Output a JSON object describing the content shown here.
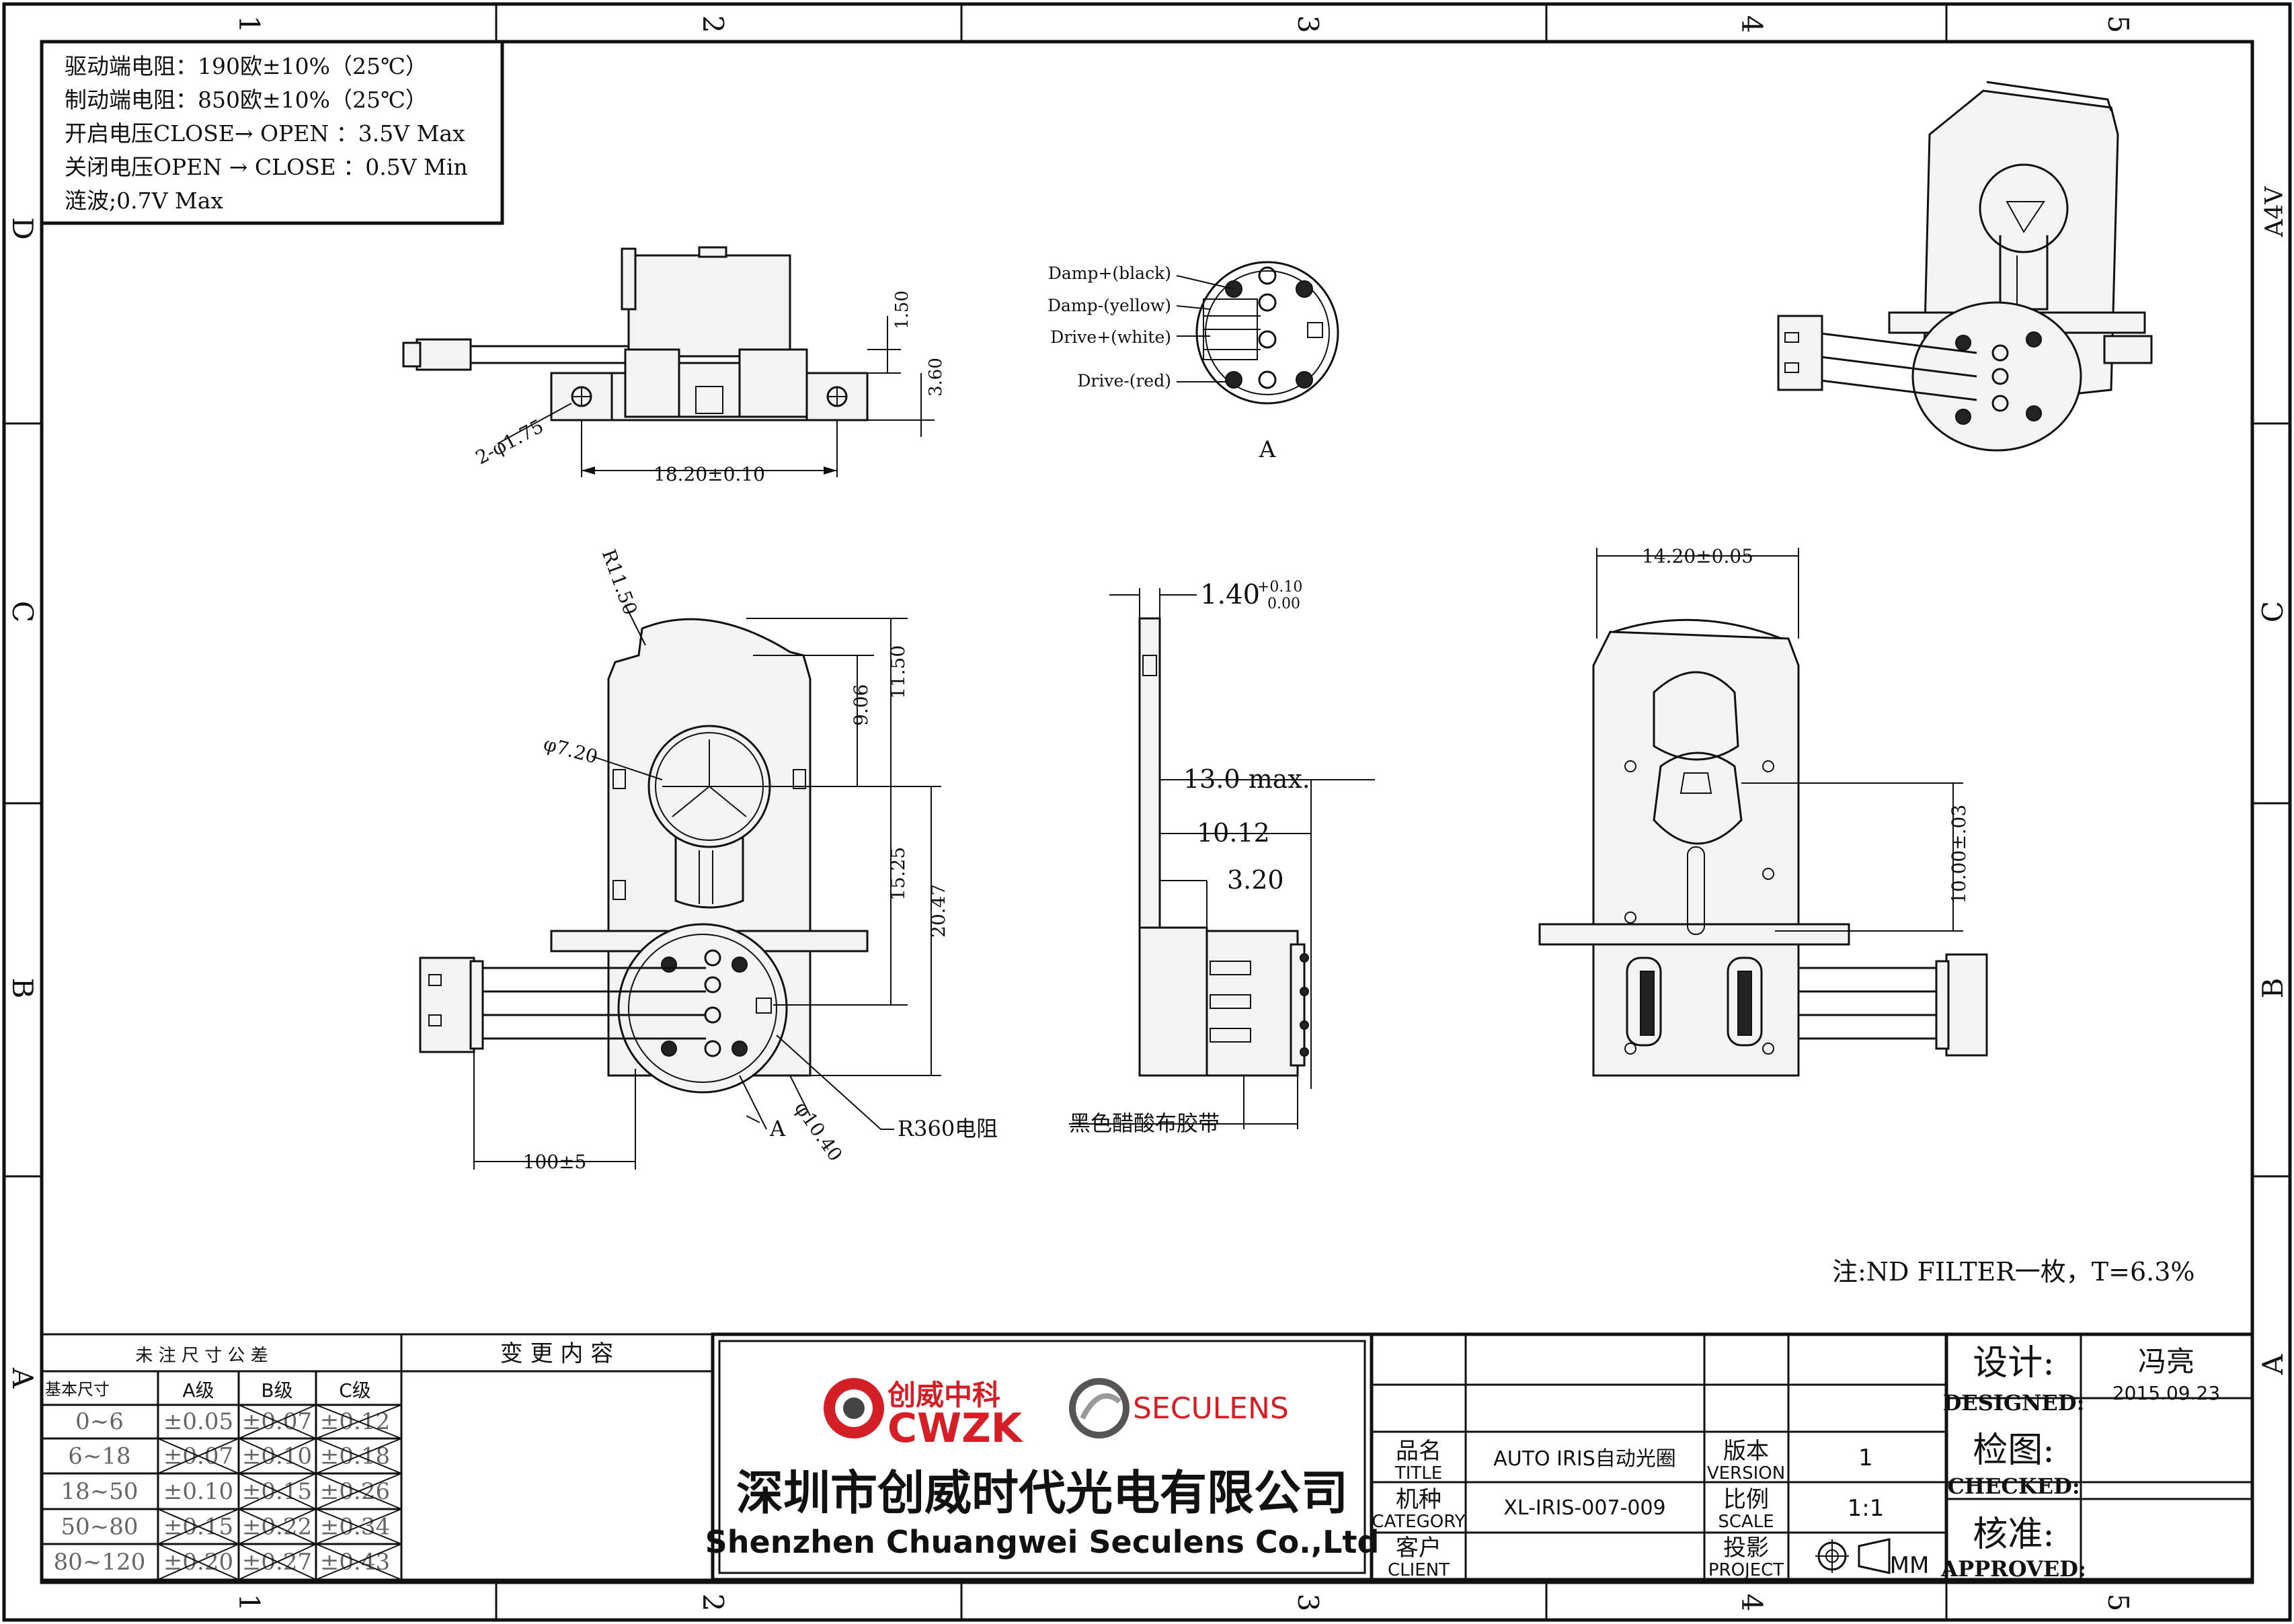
{
  "border": {
    "zones_top": [
      "1",
      "2",
      "3",
      "4",
      "5"
    ],
    "zones_bottom": [
      "1",
      "2",
      "3",
      "4",
      "5"
    ],
    "zones_left": [
      "D",
      "C",
      "B",
      "A"
    ],
    "zones_right": [
      "A4V",
      "C",
      "B",
      "A"
    ]
  },
  "notes": {
    "lines": [
      "驱动端电阻：190欧±10%（25℃）",
      "制动端电阻：850欧±10%（25℃）",
      "开启电压CLOSE→ OPEN ：3.5V Max",
      "关闭电压OPEN → CLOSE ：0.5V Min",
      "涟波;0.7V Max"
    ],
    "nd_filter": "注:ND FILTER一枚，T=6.3%"
  },
  "top_view": {
    "hole_label": "2-φ1.75",
    "dim_width": "18.20±0.10",
    "dim_a": "1.50",
    "dim_b": "3.60"
  },
  "detail_a": {
    "wires": [
      "Damp+(black)",
      "Damp-(yellow)",
      "Drive+(white)",
      "Drive-(red)"
    ],
    "label": "A"
  },
  "front_view": {
    "radius": "R11.50",
    "diameter": "φ7.20",
    "dim_906": "9.06",
    "dim_1150": "11.50",
    "dim_1525": "15.25",
    "dim_2047": "20.47",
    "dim_cable": "100±5",
    "label_a": "A",
    "dim_1040": "φ10.40",
    "resistor": "R360电阻"
  },
  "side_view": {
    "thick_main": "1.40",
    "thick_sup": "+0.10",
    "thick_sub": "0.00",
    "max": "13.0 max.",
    "d1012": "10.12",
    "d320": "3.20",
    "tape": "黑色醋酸布胶带"
  },
  "back_view": {
    "width": "14.20±0.05",
    "d1000": "10.00±.03"
  },
  "tolerance_table": {
    "title": "未 注 尺 寸 公 差",
    "headers": [
      "基本尺寸",
      "A级",
      "B级",
      "C级"
    ],
    "rows": [
      [
        "0~6",
        "±0.05",
        "±0.07",
        "±0.12"
      ],
      [
        "6~18",
        "±0.07",
        "±0.10",
        "±0.18"
      ],
      [
        "18~50",
        "±0.10",
        "±0.15",
        "±0.26"
      ],
      [
        "50~80",
        "±0.15",
        "±0.22",
        "±0.34"
      ],
      [
        "80~120",
        "±0.20",
        "±0.27",
        "±0.43"
      ]
    ]
  },
  "change_table": {
    "title": "变 更 内 容"
  },
  "company": {
    "logo1_cn": "创威中科",
    "logo1_en": "CWZK",
    "logo2": "SECULENS",
    "name_cn": "深圳市创威时代光电有限公司",
    "name_en": "Shenzhen Chuangwei Seculens Co.,Ltd"
  },
  "title_block": {
    "title_cn": "品名",
    "title_en": "TITLE",
    "title_val": "AUTO IRIS自动光圈",
    "category_cn": "机种",
    "category_en": "CATEGORY",
    "category_val": "XL-IRIS-007-009",
    "client_cn": "客户",
    "client_en": "CLIENT",
    "version_cn": "版本",
    "version_en": "VERSION",
    "version_val": "1",
    "scale_cn": "比例",
    "scale_en": "SCALE",
    "scale_val": "1:1",
    "project_cn": "投影",
    "project_en": "PROJECT",
    "unit": "MM",
    "designed_cn": "设计:",
    "designed_en": "DESIGNED:",
    "designer": "冯亮",
    "date": "2015.09.23",
    "checked_cn": "检图:",
    "checked_en": "CHECKED:",
    "approved_cn": "核准:",
    "approved_en": "APPROVED:"
  }
}
